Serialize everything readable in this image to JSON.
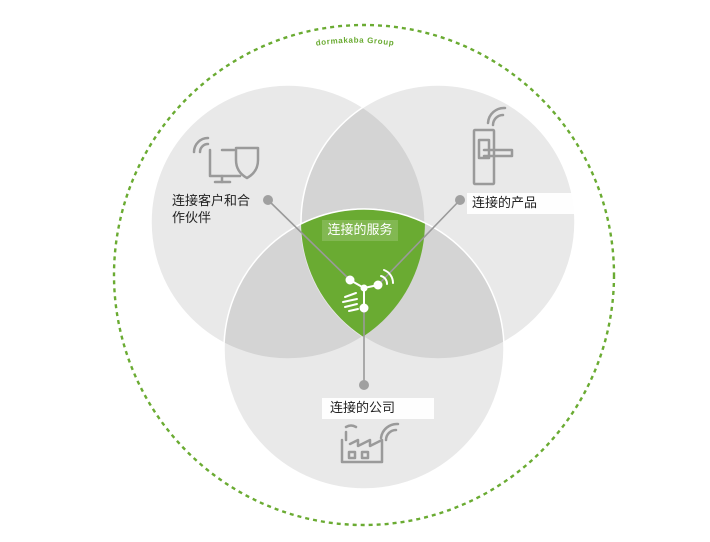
{
  "brand": "dormakaba Group",
  "circles": {
    "customers": "连接客户和合作伙伴",
    "products": "连接的产品",
    "companies": "连接的公司",
    "center": "连接的服务"
  },
  "colors": {
    "accent_green": "#6aab32",
    "circle_fill": "#d9d9d9",
    "icon_grey": "#9a9a9a",
    "dashed_ring": "#6aab32"
  },
  "icons": {
    "customers": "wifi-monitor-shield-icon",
    "products": "wifi-door-handle-icon",
    "companies": "wifi-factory-icon",
    "center": "hand-network-icon"
  }
}
